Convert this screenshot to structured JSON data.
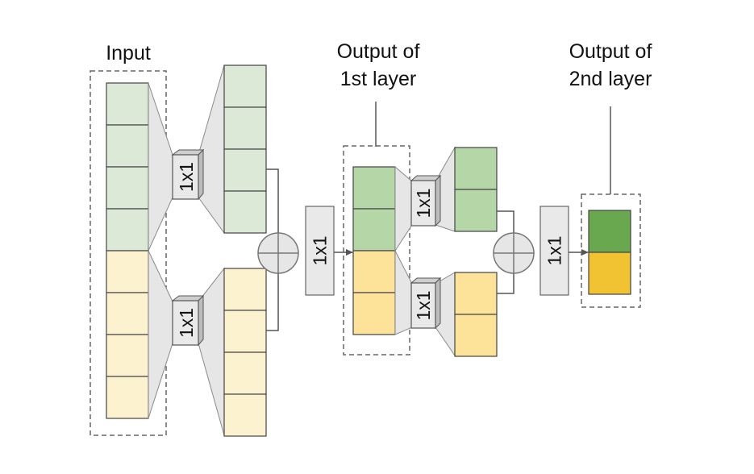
{
  "labels": {
    "input": "Input",
    "layer1_line1": "Output of",
    "layer1_line2": "1st layer",
    "layer2_line1": "Output of",
    "layer2_line2": "2nd layer"
  },
  "kernel_label": "1x1",
  "colors": {
    "green_light": "#dbe9d6",
    "yellow_light": "#fdf2cf",
    "green_mid": "#b5d6a7",
    "yellow_mid": "#fde29a",
    "green_dark": "#6aa84f",
    "yellow_dark": "#f1c232"
  }
}
